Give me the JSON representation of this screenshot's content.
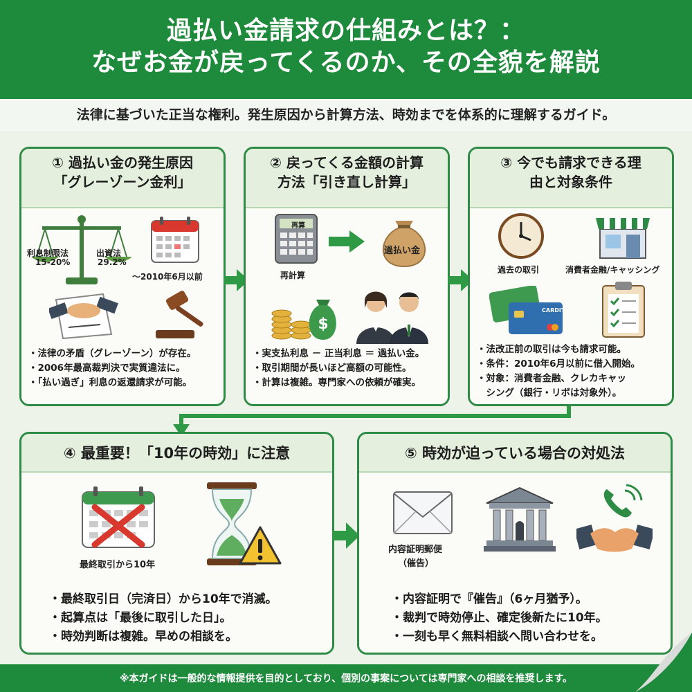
{
  "title": {
    "line1": "過払い金請求の仕組みとは？：",
    "line2": "なぜお金が戻ってくるのか、その全貌を解説"
  },
  "subtitle": "法律に基づいた正当な権利。発生原因から計算方法、時効までを体系的に理解するガイド。",
  "colors": {
    "brand_green": "#1e8a3c",
    "card_border": "#2e8b45",
    "arrow_green": "#2f9a45",
    "warning_red": "#d9382e"
  },
  "card1": {
    "heading_line1": "① 過払い金の発生原因",
    "heading_line2": "「グレーゾーン金利」",
    "scale_left_label": "利息制限法",
    "scale_left_value": "15-20%",
    "scale_right_label": "出資法",
    "scale_right_value": "29.2%",
    "calendar_caption": "～2010年6月以前",
    "icons": [
      "scale-icon",
      "calendar-icon",
      "contract-handshake-icon",
      "gavel-icon"
    ],
    "bullets": [
      "・法律の矛盾（グレーゾーン）が存在。",
      "・2006年最高裁判決で実質違法に。",
      "・「払い過ぎ」利息の返還請求が可能。"
    ]
  },
  "card2": {
    "heading_line1": "② 戻ってくる金額の計算",
    "heading_line2": "方法「引き直し計算」",
    "calculator_screen": "再算",
    "calculator_caption": "再計算",
    "bag_label": "過払い金",
    "icons": [
      "calculator-icon",
      "money-bag-icon",
      "coins-icon",
      "professionals-icon"
    ],
    "bullets": [
      "・実支払利息 － 正当利息 ＝ 過払い金。",
      "・取引期間が長いほど高額の可能性。",
      "・計算は複雑。専門家への依頼が確実。"
    ]
  },
  "card3": {
    "heading_line1": "③ 今でも請求できる理",
    "heading_line2": "由と対象条件",
    "clock_caption": "過去の取引",
    "shop_caption": "消費者金融/キャッシング",
    "card_text": "CARDIT",
    "icons": [
      "clock-icon",
      "storefront-icon",
      "credit-card-icon",
      "checklist-icon"
    ],
    "bullets": [
      "・法改正前の取引は今も請求可能。",
      "・条件：2010年6月以前に借入開始。",
      "・対象：消費者金融、クレカキャッ",
      "　シング（銀行・リボは対象外）。"
    ]
  },
  "card4": {
    "heading": "④ 最重要！「10年の時効」に注意",
    "calendar_caption": "最終取引から10年",
    "icons": [
      "crossed-calendar-icon",
      "hourglass-icon",
      "warning-icon"
    ],
    "bullets": [
      "・最終取引日（完済日）から10年で消滅。",
      "・起算点は「最後に取引した日」。",
      "・時効判断は複雑。早めの相談を。"
    ]
  },
  "card5": {
    "heading": "⑤ 時効が迫っている場合の対処法",
    "mail_caption_line1": "内容証明郵便",
    "mail_caption_line2": "（催告）",
    "icons": [
      "envelope-icon",
      "courthouse-icon",
      "phone-handshake-icon"
    ],
    "bullets": [
      "・内容証明で『催告』（6ヶ月猶予）。",
      "・裁判で時効停止、確定後新たに10年。",
      "・一刻も早く無料相談へ問い合わせを。"
    ]
  },
  "footer": "※本ガイドは一般的な情報提供を目的としており、個別の事案については専門家への相談を推奨します。"
}
